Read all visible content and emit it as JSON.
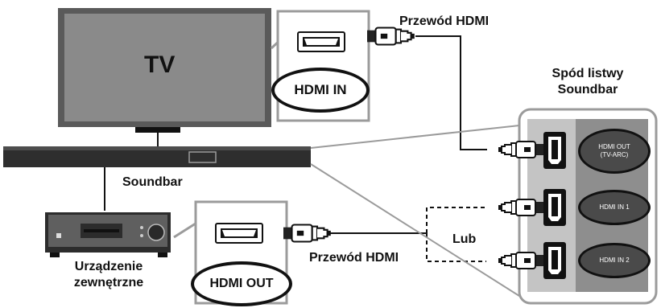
{
  "tv": {
    "label": "TV",
    "port_label": "HDMI IN"
  },
  "cables": {
    "top_label": "Przewód HDMI",
    "bottom_label": "Przewód HDMI",
    "or_label": "Lub"
  },
  "soundbar": {
    "label": "Soundbar",
    "underside_title_line1": "Spód listwy",
    "underside_title_line2": "Soundbar",
    "ports": [
      {
        "line1": "HDMI OUT",
        "line2": "(TV-ARC)"
      },
      {
        "line1": "HDMI IN 1",
        "line2": ""
      },
      {
        "line1": "HDMI IN 2",
        "line2": ""
      }
    ]
  },
  "device": {
    "label_line1": "Urządzenie",
    "label_line2": "zewnętrzne",
    "port_label": "HDMI OUT"
  },
  "colors": {
    "line": "#111111",
    "panel_gray": "#9b9b9b",
    "panel_dark": "#4a4a4a",
    "tv_screen": "#8a8a8a",
    "tv_bezel": "#5a5a5a"
  }
}
